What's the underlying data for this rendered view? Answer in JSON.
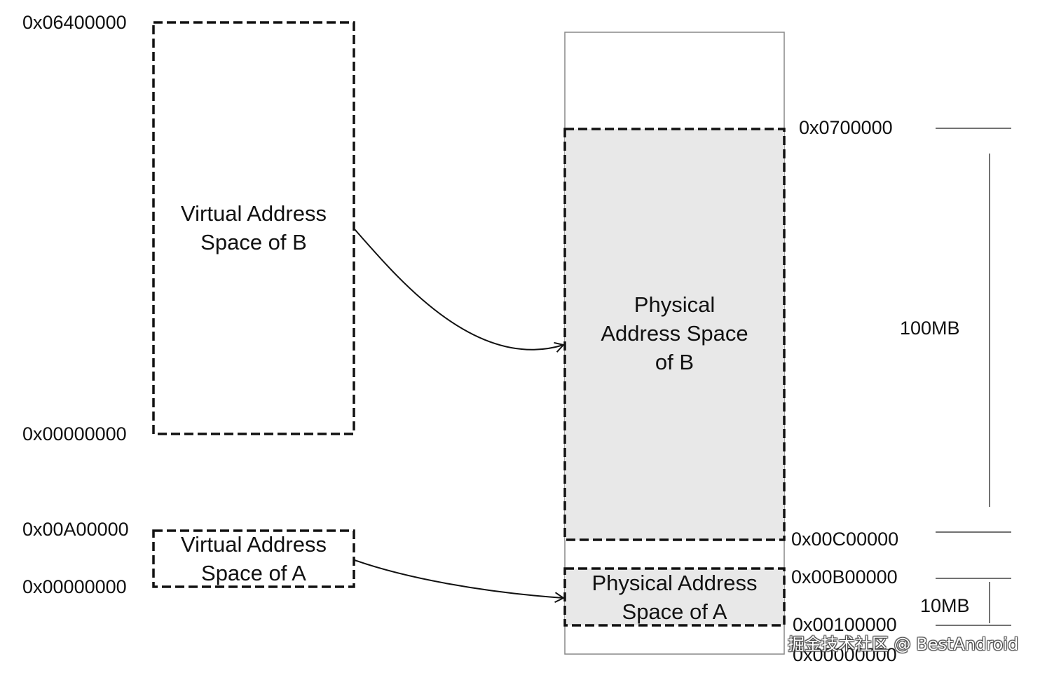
{
  "virtual_b": {
    "title": [
      "Virtual  Address",
      "Space of  B"
    ],
    "top_addr": "0x06400000",
    "bottom_addr": "0x00000000"
  },
  "virtual_a": {
    "title": [
      "Virtual Address",
      "Space of A"
    ],
    "top_addr": "0x00A00000",
    "bottom_addr": "0x00000000"
  },
  "physical_b": {
    "title": [
      "Physical",
      "Address Space",
      "of B"
    ],
    "top_addr": "0x0700000",
    "bottom_addr": "0x00C00000"
  },
  "physical_a": {
    "title": [
      "Physical Address",
      "Space of A"
    ],
    "top_addr": "0x00B00000",
    "bottom_addr": "0x00100000"
  },
  "memory": {
    "base_addr": "0x00000000"
  },
  "sizes": {
    "large": "100MB",
    "small": "10MB"
  },
  "watermark": "掘金技术社区 @ BestAndroid",
  "colors": {
    "physical_fill": "#e8e8e8",
    "line": "#111111",
    "memory_border": "#888888"
  }
}
